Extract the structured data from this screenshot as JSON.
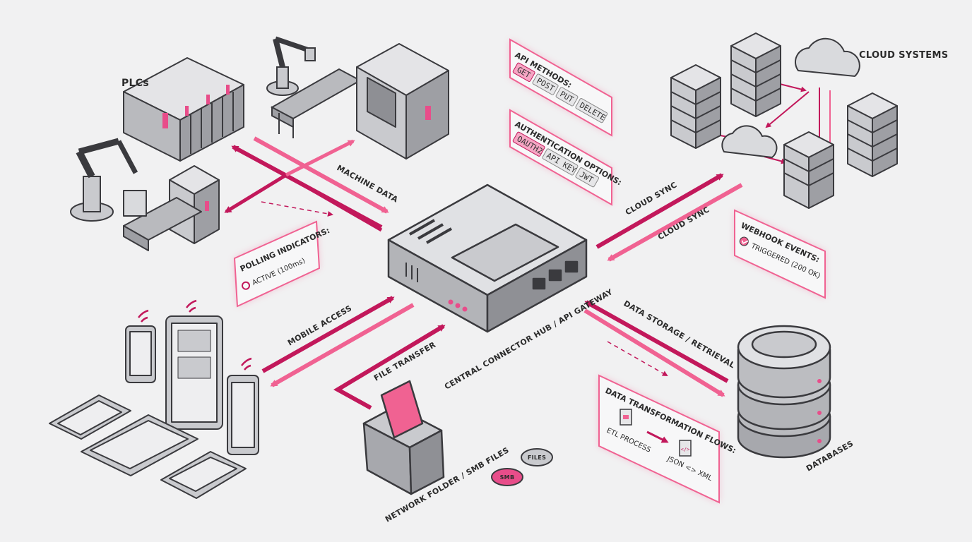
{
  "labels": {
    "plcs": "PLCs",
    "cloud_systems": "CLOUD SYSTEMS",
    "machine_data": "MACHINE DATA",
    "cloud_sync": "CLOUD SYNC",
    "mobile_access": "MOBILE ACCESS",
    "file_transfer": "FILE TRANSFER",
    "data_storage": "DATA STORAGE / RETRIEVAL",
    "hub": "CENTRAL CONNECTOR HUB / API GATEWAY",
    "network_folder": "NETWORK FOLDER / SMB FILES",
    "databases": "DATABASES",
    "smb_badge": "SMB",
    "files_badge": "FILES"
  },
  "api_methods": {
    "title": "API METHODS:",
    "methods": [
      "GET",
      "POST",
      "PUT",
      "DELETE"
    ]
  },
  "auth": {
    "title": "AUTHENTICATION OPTIONS:",
    "options": [
      "OAUTH2",
      "API KEY",
      "JWT"
    ]
  },
  "polling": {
    "title": "POLLING INDICATORS:",
    "status": "ACTIVE (100ms)"
  },
  "webhook": {
    "title": "WEBHOOK EVENTS:",
    "status": "TRIGGERED (200 OK)"
  },
  "transform": {
    "title": "DATA TRANSFORMATION FLOWS:",
    "etl": "ETL PROCESS",
    "conversion": "JSON <> XML"
  },
  "colors": {
    "accent": "#d81b74",
    "accent_light": "#f06292",
    "device_fill": "#c9cace",
    "device_stroke": "#3a3a3e",
    "background": "#f1f1f2"
  }
}
